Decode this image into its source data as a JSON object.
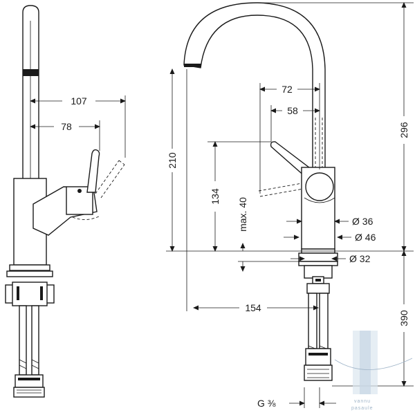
{
  "dimensions": {
    "d107": "107",
    "d78": "78",
    "d72": "72",
    "d58": "58",
    "d210": "210",
    "d134": "134",
    "max40": "max. 40",
    "d296": "296",
    "d390": "390",
    "d154": "154",
    "dia36": "Ø 36",
    "dia46": "Ø 46",
    "dia32": "Ø 32",
    "thread": "G ⅜"
  },
  "watermark": {
    "line1": "vannu",
    "line2": "pasaule"
  },
  "colors": {
    "line": "#1a1a1a",
    "background": "#ffffff",
    "watermark": "#9fb4c8"
  }
}
